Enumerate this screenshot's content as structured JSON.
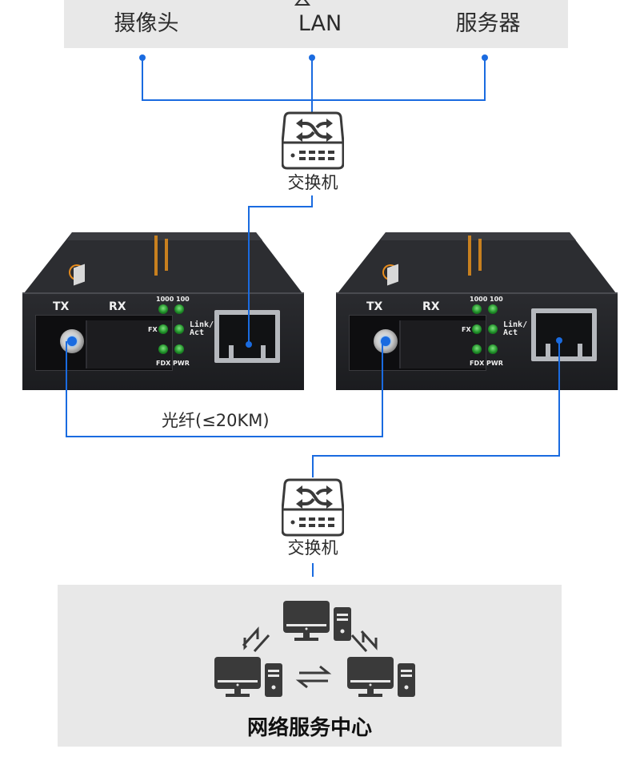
{
  "top_panel": {
    "labels": [
      "摄像头",
      "LAN",
      "服务器"
    ]
  },
  "switch_top": {
    "label": "交换机",
    "icon": "network-switch-icon"
  },
  "switch_bottom": {
    "label": "交换机",
    "icon": "network-switch-icon"
  },
  "devices": [
    {
      "name": "media-converter-left",
      "port_labels": {
        "tx": "TX",
        "rx": "RX"
      },
      "led_labels": {
        "speed": "1000 100",
        "fx": "FX",
        "link": "Link/",
        "act": "Act",
        "bottom": "FDX PWR"
      }
    },
    {
      "name": "media-converter-right",
      "port_labels": {
        "tx": "TX",
        "rx": "RX"
      },
      "led_labels": {
        "speed": "1000 100",
        "fx": "FX",
        "link": "Link/",
        "act": "Act",
        "bottom": "FDX PWR"
      }
    }
  ],
  "fiber": {
    "label": "光纤(≤20KM)"
  },
  "network_center": {
    "label": "网络服务中心",
    "icons": [
      "desktop-computer-icon",
      "desktop-computer-icon",
      "desktop-computer-icon",
      "bidirectional-arrow-icon"
    ]
  },
  "colors": {
    "wire": "#1a6be0",
    "panel_bg": "#e8e8e8",
    "icon": "#3a3a3a",
    "led": "#1f8f28",
    "brand_orange": "#e88c1c"
  }
}
